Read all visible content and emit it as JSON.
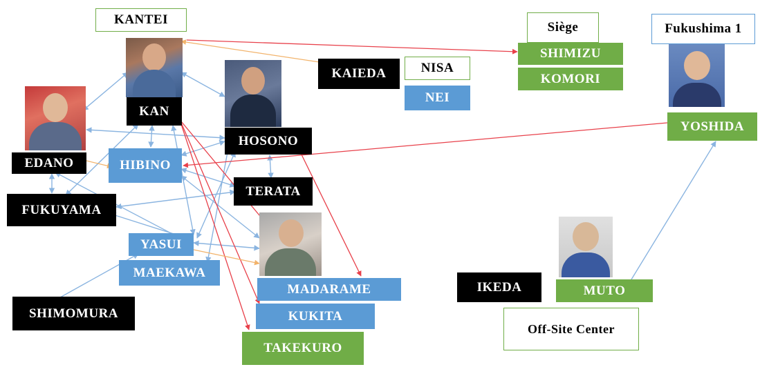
{
  "colors": {
    "black_box": "#000000",
    "blue_box": "#5b9bd5",
    "green_box": "#70ad47",
    "blue_link": "#8ab4e0",
    "red_link": "#e8404a",
    "orange_link": "#f2b36b"
  },
  "groups": {
    "kantei": "KANTEI",
    "nisa": "NISA",
    "siege": "Siège",
    "fukushima": "Fukushima 1",
    "offsite": "Off-Site Center"
  },
  "people": {
    "kan": "KAN",
    "edano": "EDANO",
    "fukuyama": "FUKUYAMA",
    "hibino": "HIBINO",
    "hosono": "HOSONO",
    "terata": "TERATA",
    "yasui": "YASUI",
    "maekawa": "MAEKAWA",
    "shimomura": "SHIMOMURA",
    "madarame": "MADARAME",
    "kukita": "KUKITA",
    "takekuro": "TAKEKURO",
    "kaieda": "KAIEDA",
    "nei": "NEI",
    "shimizu": "SHIMIZU",
    "komori": "KOMORI",
    "yoshida": "YOSHIDA",
    "ikeda": "IKEDA",
    "muto": "MUTO"
  }
}
